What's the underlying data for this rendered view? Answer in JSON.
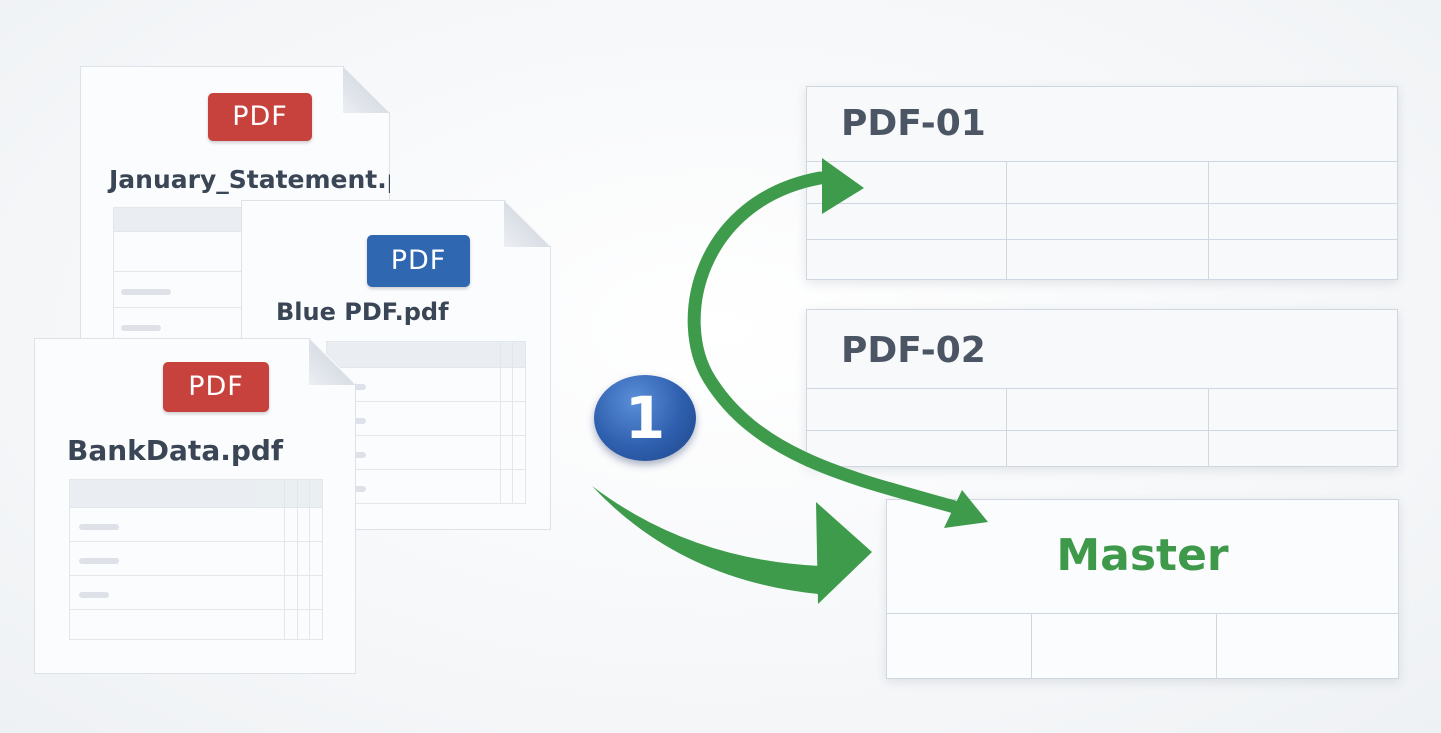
{
  "source_files": [
    {
      "badge": "PDF",
      "badge_color": "#c8423d",
      "name": "January_Statement.pdf"
    },
    {
      "badge": "PDF",
      "badge_color": "#2f67b1",
      "name": "Blue PDF.pdf"
    },
    {
      "badge": "PDF",
      "badge_color": "#c8423d",
      "name": "BankData.pdf"
    }
  ],
  "step_number": "1",
  "targets": {
    "pdf01": "PDF-01",
    "pdf02": "PDF-02",
    "master": "Master"
  },
  "colors": {
    "arrow": "#3f9b4c",
    "master_text": "#3e9a4a",
    "step_badge": "#2e5fae"
  }
}
